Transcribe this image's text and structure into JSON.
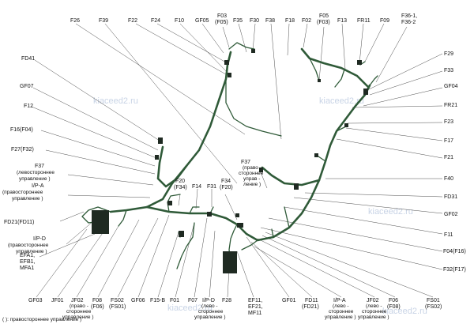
{
  "watermark": "kiaceed2.ru",
  "labels": [
    {
      "text": "F26"
    },
    {
      "text": "F39"
    },
    {
      "text": "F22"
    },
    {
      "text": "F24"
    },
    {
      "text": "F10"
    },
    {
      "text": "GF05"
    },
    {
      "text": "F03"
    },
    {
      "text": "(F05)"
    },
    {
      "text": "F35"
    },
    {
      "text": "F30"
    },
    {
      "text": "F38"
    },
    {
      "text": "F18"
    },
    {
      "text": "F02"
    },
    {
      "text": "F05"
    },
    {
      "text": "(F03)"
    },
    {
      "text": "F13"
    },
    {
      "text": "FR11"
    },
    {
      "text": "F09"
    },
    {
      "text": "F36-1,"
    },
    {
      "text": "F36-2"
    },
    {
      "text": "FD41"
    },
    {
      "text": "F29"
    },
    {
      "text": "F33"
    },
    {
      "text": "GF07"
    },
    {
      "text": "GF04"
    },
    {
      "text": "F12"
    },
    {
      "text": "FR21"
    },
    {
      "text": "F23"
    },
    {
      "text": "F16(F04)"
    },
    {
      "text": "F17"
    },
    {
      "text": "F27(F32)"
    },
    {
      "text": "F21"
    },
    {
      "text": "F37"
    },
    {
      "text": "(левостороннее"
    },
    {
      "text": "управление )"
    },
    {
      "text": "F37"
    },
    {
      "text": "(право -"
    },
    {
      "text": "стороннее"
    },
    {
      "text": "управ -"
    },
    {
      "text": "ление )"
    },
    {
      "text": "F40"
    },
    {
      "text": "I/P-A"
    },
    {
      "text": "(правостороннее"
    },
    {
      "text": "управление )"
    },
    {
      "text": "F20"
    },
    {
      "text": "(F34)"
    },
    {
      "text": "F14"
    },
    {
      "text": "F31"
    },
    {
      "text": "F34"
    },
    {
      "text": "(F20)"
    },
    {
      "text": "FD31"
    },
    {
      "text": "GF02"
    },
    {
      "text": "FD21(FD11)"
    },
    {
      "text": "F11"
    },
    {
      "text": "I/P-D"
    },
    {
      "text": "(правостороннее"
    },
    {
      "text": "управление )"
    },
    {
      "text": "F04(F16)"
    },
    {
      "text": "EFA1,"
    },
    {
      "text": "EFB1,"
    },
    {
      "text": "MFA1"
    },
    {
      "text": "F32(F17)"
    },
    {
      "text": "GF03"
    },
    {
      "text": "JF01"
    },
    {
      "text": "JF02"
    },
    {
      "text": "(право -"
    },
    {
      "text": "стороннее"
    },
    {
      "text": "управление )"
    },
    {
      "text": "F08"
    },
    {
      "text": "(F06)"
    },
    {
      "text": "FS02"
    },
    {
      "text": "(FS01)"
    },
    {
      "text": "GF06"
    },
    {
      "text": "F15-B"
    },
    {
      "text": "F01"
    },
    {
      "text": "F07"
    },
    {
      "text": "I/P-D"
    },
    {
      "text": "(лево -"
    },
    {
      "text": "стороннее"
    },
    {
      "text": "управление )"
    },
    {
      "text": "F28"
    },
    {
      "text": "EF11,"
    },
    {
      "text": "EF21,"
    },
    {
      "text": "MF11"
    },
    {
      "text": "GF01"
    },
    {
      "text": "FD11"
    },
    {
      "text": "(FD21)"
    },
    {
      "text": "I/P-A"
    },
    {
      "text": "(лево -"
    },
    {
      "text": "стороннее"
    },
    {
      "text": "управление )"
    },
    {
      "text": "JF02"
    },
    {
      "text": "(лево -"
    },
    {
      "text": "стороннее"
    },
    {
      "text": "управление )"
    },
    {
      "text": "F06"
    },
    {
      "text": "(F08)"
    },
    {
      "text": "FS01"
    },
    {
      "text": "(FS02)"
    },
    {
      "text": "( ): правостороннее     управление )"
    }
  ]
}
